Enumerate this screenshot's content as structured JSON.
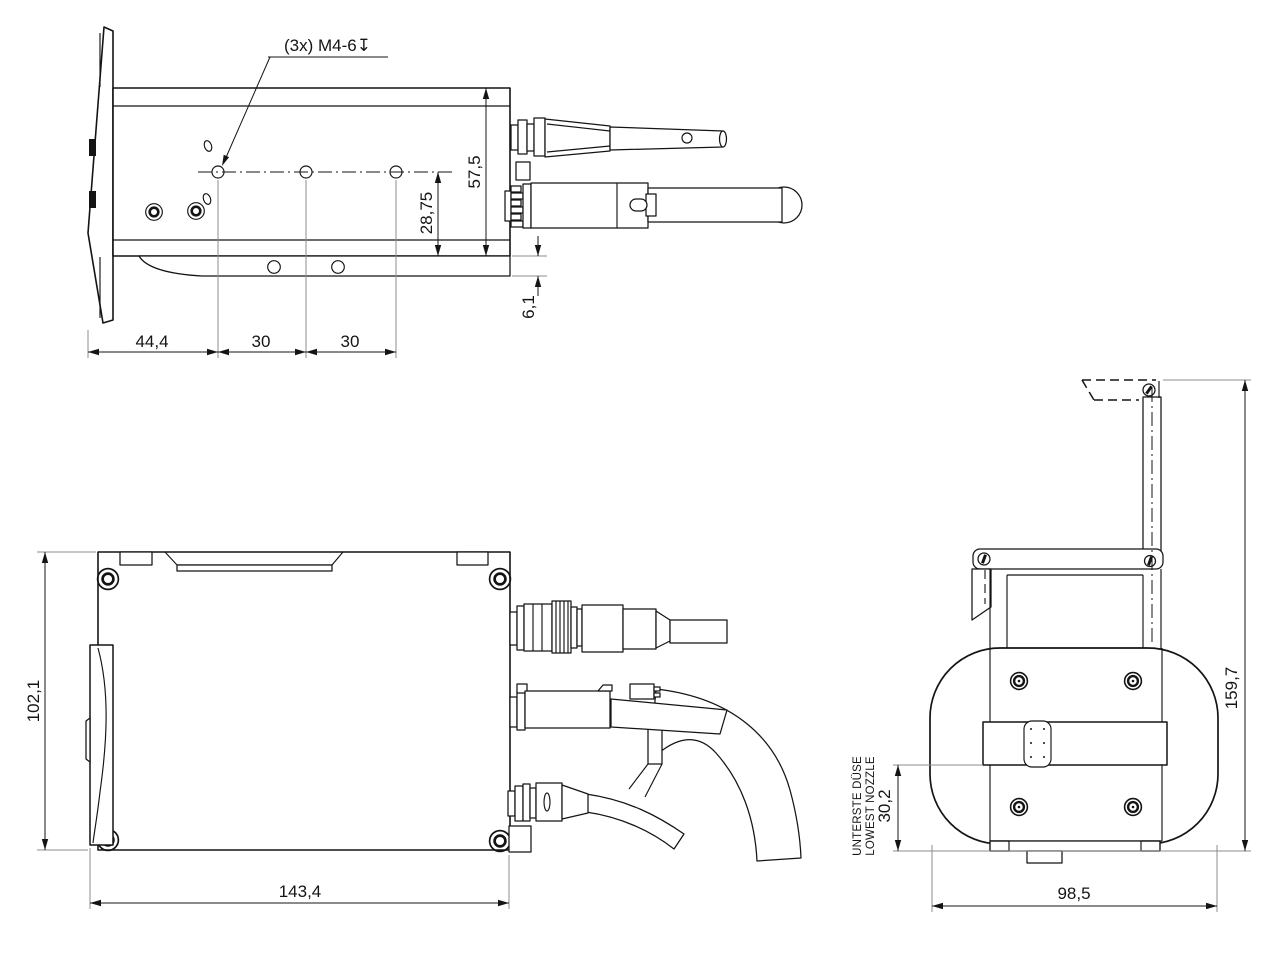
{
  "colors": {
    "line": "#141414",
    "extension": "#8c8c8c",
    "background": "#ffffff"
  },
  "top_view": {
    "note": "(3x) M4-6↧",
    "dim_offset": "44,4",
    "dim_pitch_1": "30",
    "dim_pitch_2": "30",
    "dim_height": "57,5",
    "dim_center": "28,75",
    "dim_plate": "6,1"
  },
  "front_view": {
    "dim_height": "102,1",
    "dim_width": "143,4"
  },
  "side_view": {
    "dim_height": "159,7",
    "dim_width": "98,5",
    "dim_nozzle": "30,2",
    "label_nozzle_de": "UNTERSTE DÜSE",
    "label_nozzle_en": "LOWEST NOZZLE"
  }
}
